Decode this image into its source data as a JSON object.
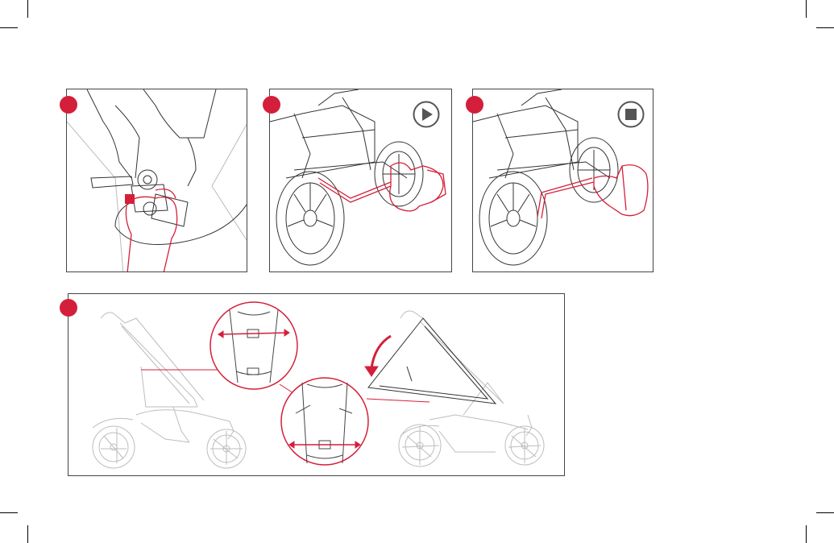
{
  "colors": {
    "accent": "#d41f3a",
    "line": "#333333",
    "faint": "#bdbdbd",
    "border": "#444444"
  },
  "steps": [
    {
      "id": "step-1",
      "icon": "hand-buckle-illustration"
    },
    {
      "id": "step-2",
      "icon": "play-icon",
      "illustration": "foot-press-brake"
    },
    {
      "id": "step-3",
      "icon": "stop-icon",
      "illustration": "foot-lift-brake"
    },
    {
      "id": "step-4",
      "illustration": "recline-seat-backrest"
    }
  ]
}
